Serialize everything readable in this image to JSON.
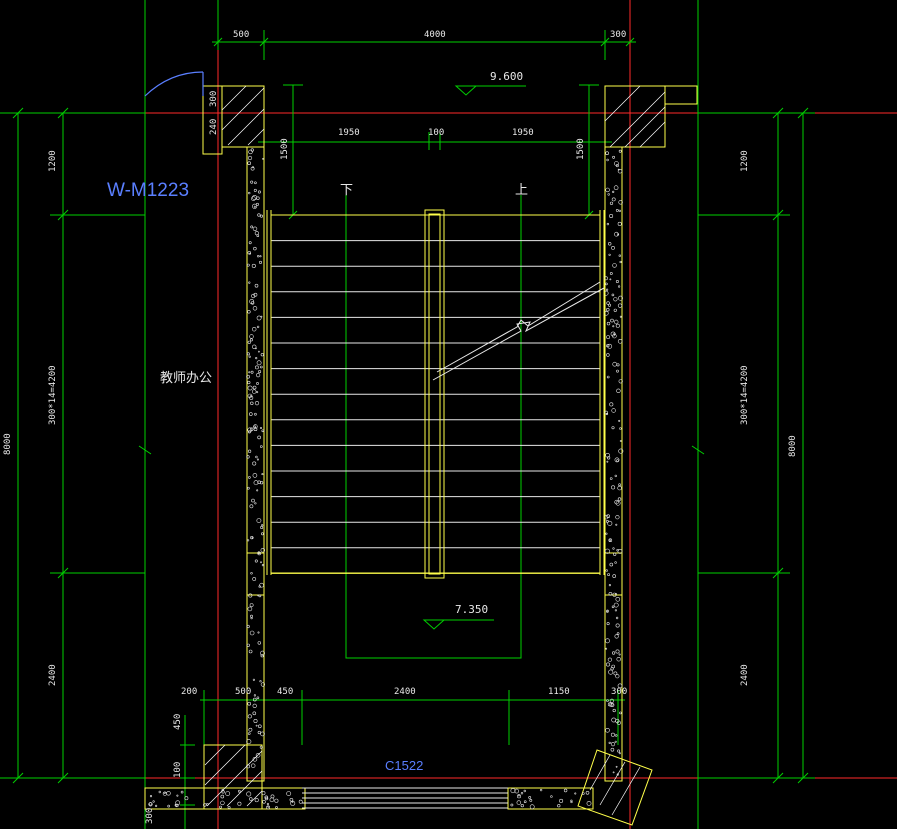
{
  "drawing": {
    "door_label": "W-M1223",
    "window_label": "C1522",
    "room_label": "教师办公",
    "stair_down": "下",
    "stair_up": "上",
    "level_top": "9.600",
    "level_mid": "7.350",
    "top_dims": [
      "500",
      "4000",
      "300"
    ],
    "inner_dims": [
      "1950",
      "100",
      "1950"
    ],
    "bottom_dims": [
      "200",
      "500",
      "450",
      "2400",
      "1150",
      "300"
    ],
    "left_dims": [
      "1200",
      "300*14=4200",
      "2400",
      "8000"
    ],
    "right_dims": [
      "1200",
      "300*14=4200",
      "2400",
      "8000"
    ],
    "small_dims": [
      "300",
      "240",
      "1500",
      "1500",
      "450",
      "100",
      "300"
    ],
    "colors": {
      "background": "#000000",
      "dimension": "#00d000",
      "wall": "#ffff4a",
      "axis": "#ff2a2a",
      "door_text": "#5a7fff"
    }
  }
}
